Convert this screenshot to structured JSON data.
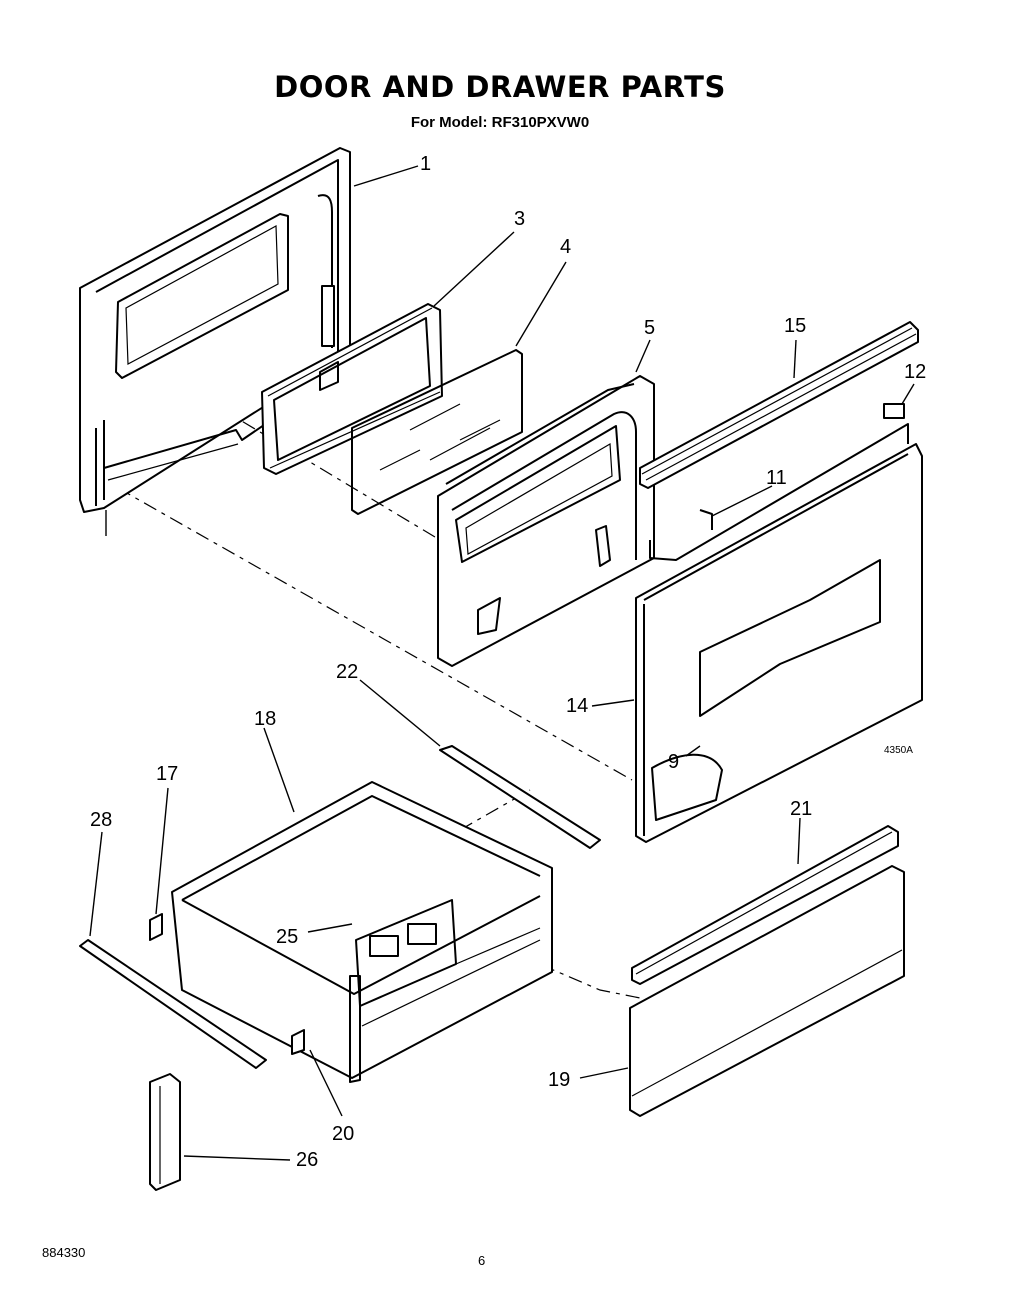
{
  "header": {
    "title": "DOOR AND DRAWER PARTS",
    "model": "For Model: RF310PXVW0"
  },
  "callouts": {
    "p1": "1",
    "p3": "3",
    "p4": "4",
    "p5": "5",
    "p9": "9",
    "p11": "11",
    "p12": "12",
    "p14": "14",
    "p15": "15",
    "p17": "17",
    "p18": "18",
    "p19": "19",
    "p20": "20",
    "p21": "21",
    "p22": "22",
    "p25": "25",
    "p26": "26",
    "p28": "28"
  },
  "diagram_code": "4350A",
  "footer": {
    "doc_number": "884330",
    "page": "6"
  }
}
